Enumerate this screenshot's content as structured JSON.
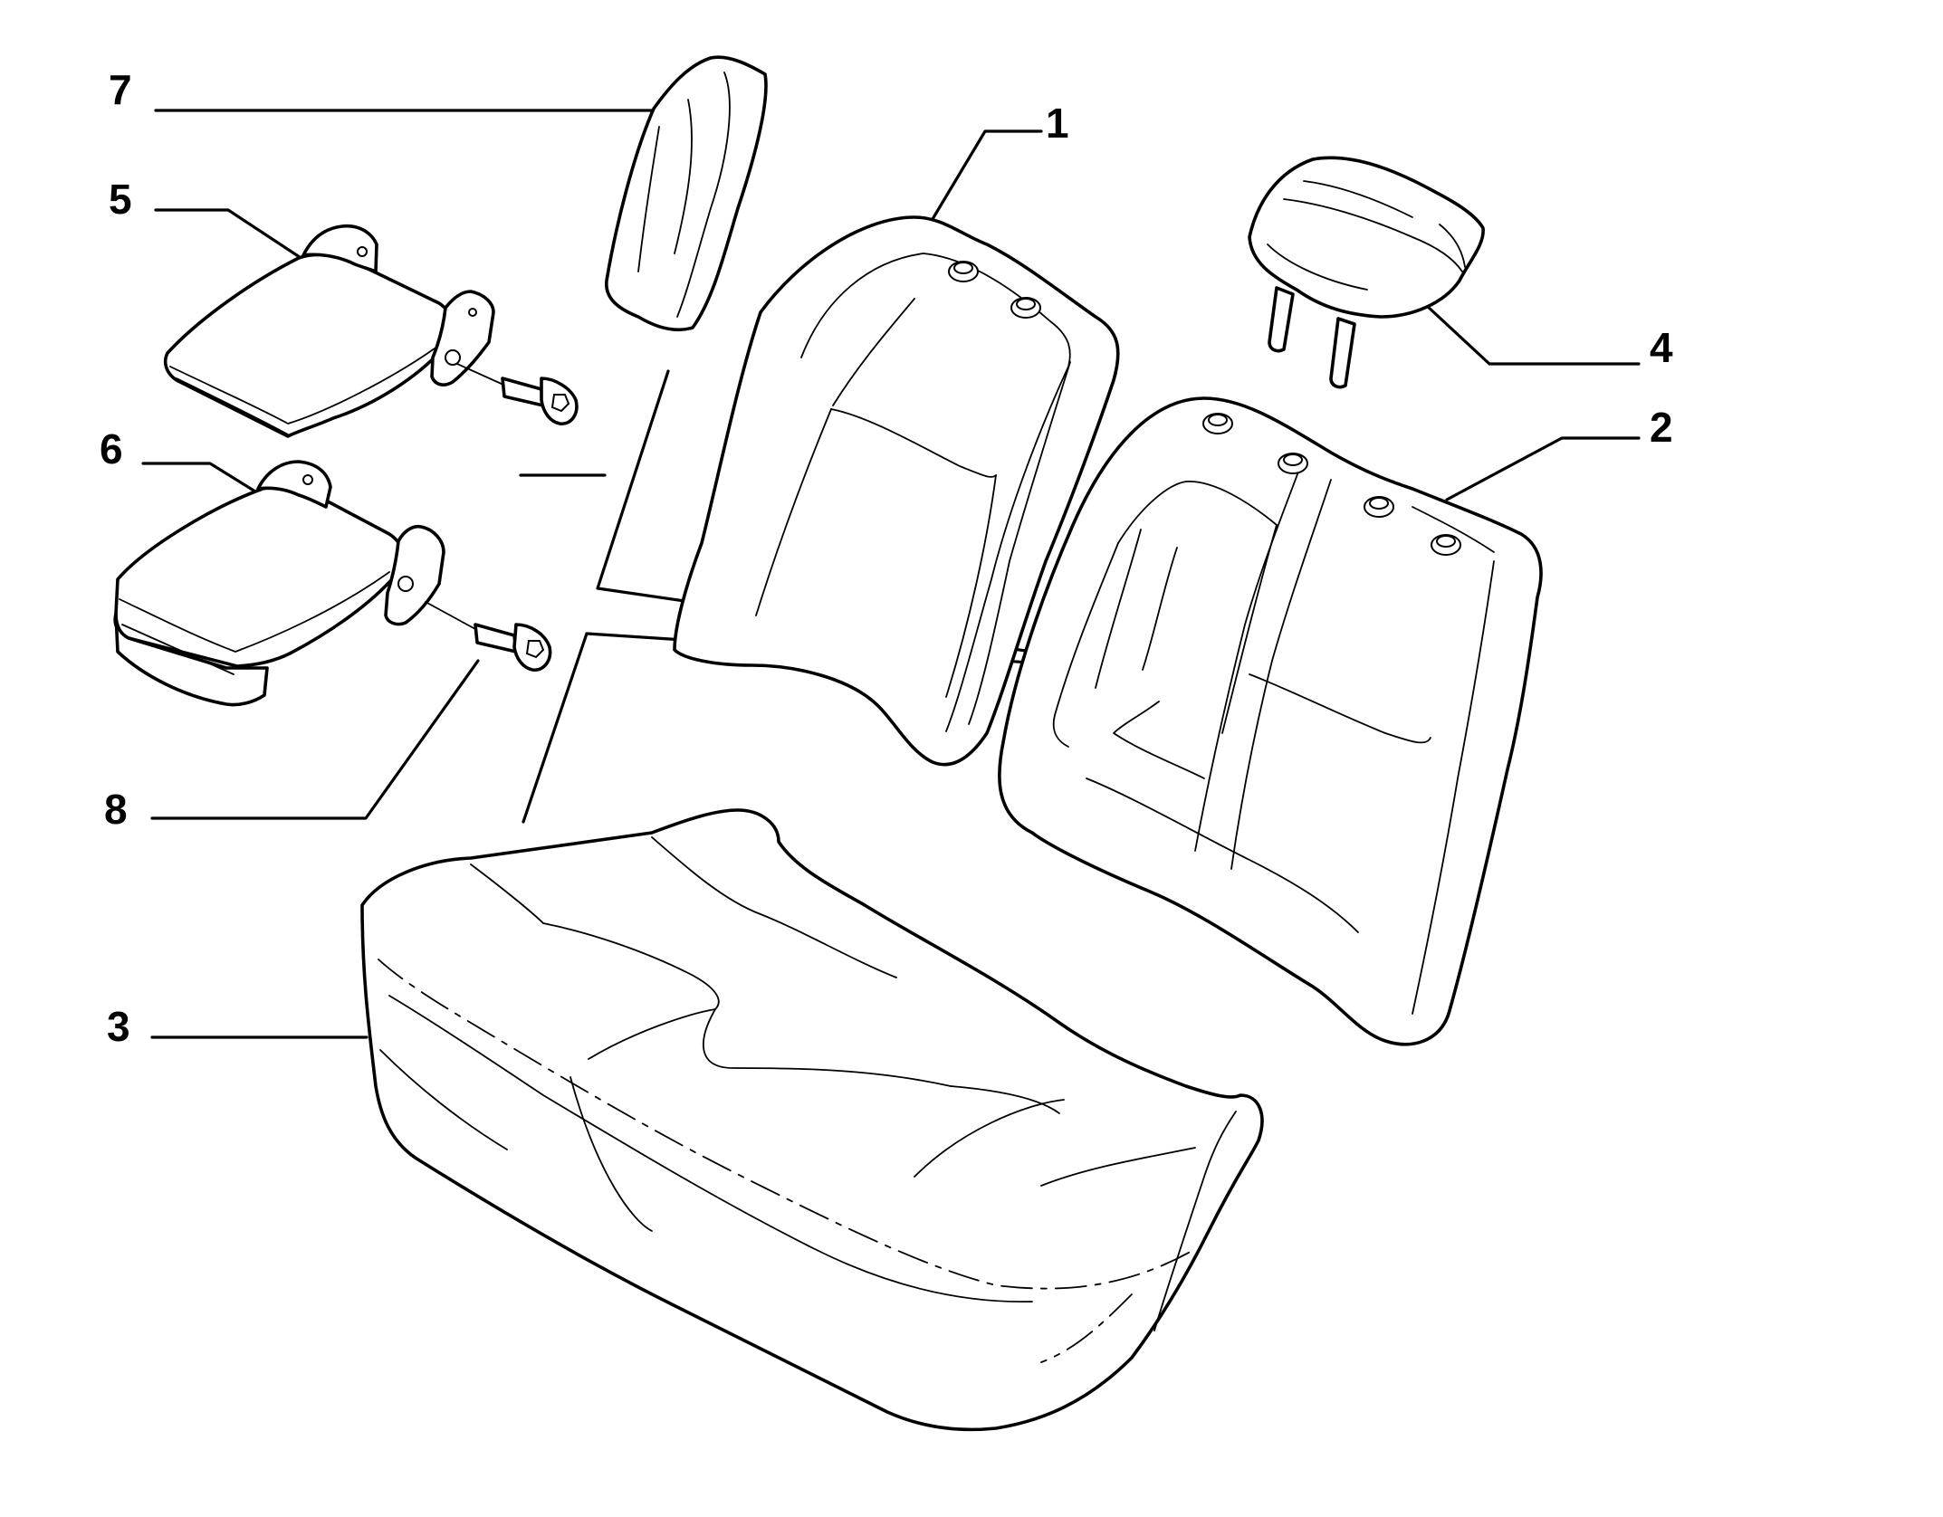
{
  "callouts": [
    {
      "id": "7",
      "label": "7",
      "part": "armrest-cover"
    },
    {
      "id": "1",
      "label": "1",
      "part": "backrest-left"
    },
    {
      "id": "5",
      "label": "5",
      "part": "cup-holder-armrest-upper"
    },
    {
      "id": "4",
      "label": "4",
      "part": "headrest"
    },
    {
      "id": "2",
      "label": "2",
      "part": "backrest-right"
    },
    {
      "id": "6",
      "label": "6",
      "part": "cup-holder-armrest-lower"
    },
    {
      "id": "8",
      "label": "8",
      "part": "bolt"
    },
    {
      "id": "3",
      "label": "3",
      "part": "seat-cushion"
    }
  ],
  "colors": {
    "line": "#000000",
    "background": "#ffffff"
  }
}
